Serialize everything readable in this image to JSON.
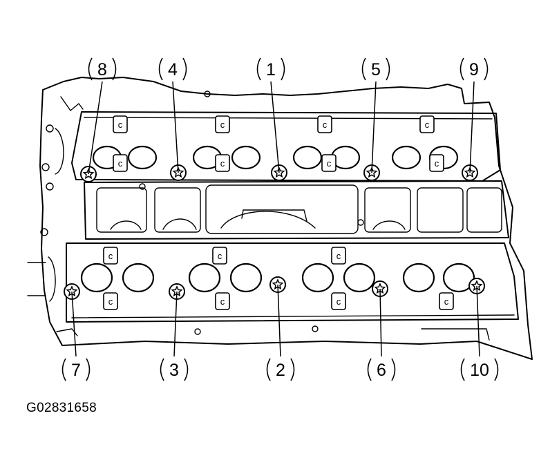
{
  "figure": {
    "code": "G02831658"
  },
  "callouts": {
    "top": [
      {
        "label": "8"
      },
      {
        "label": "4"
      },
      {
        "label": "1"
      },
      {
        "label": "5"
      },
      {
        "label": "9"
      }
    ],
    "bottom": [
      {
        "label": "7"
      },
      {
        "label": "3"
      },
      {
        "label": "2"
      },
      {
        "label": "6"
      },
      {
        "label": "10"
      }
    ]
  },
  "colors": {
    "line": "#000000",
    "background": "#ffffff"
  },
  "icons": {
    "bolt": "star-bolt-icon",
    "cam_cap_mark": "c-mark"
  }
}
